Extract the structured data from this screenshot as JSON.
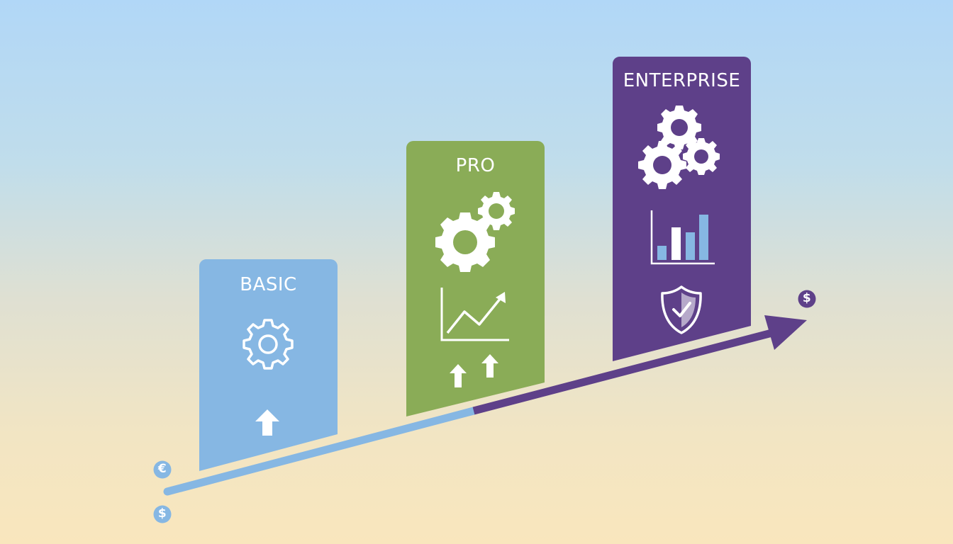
{
  "diagram": {
    "type": "tiered-pricing-growth",
    "colors": {
      "background_top": "#b1d7f7",
      "background_bottom": "#f9e6bd",
      "basic": "#86b7e3",
      "pro": "#8aac57",
      "enterprise": "#5e4089",
      "arrow_start": "#86b7e3",
      "arrow_end": "#5e4089",
      "icon": "#ffffff"
    },
    "tiers": [
      {
        "name": "BASIC",
        "icons": [
          "gear-outline-icon",
          "arrow-up-icon"
        ]
      },
      {
        "name": "PRO",
        "icons": [
          "gears-icon",
          "line-chart-up-icon",
          "double-arrow-up-icon"
        ]
      },
      {
        "name": "ENTERPRISE",
        "icons": [
          "three-gears-icon",
          "bar-chart-icon",
          "shield-check-icon"
        ]
      }
    ],
    "currency_badges": [
      {
        "symbol": "€",
        "position": "arrow-start-top"
      },
      {
        "symbol": "$",
        "position": "arrow-start-bottom"
      },
      {
        "symbol": "$",
        "position": "arrow-end"
      }
    ]
  }
}
